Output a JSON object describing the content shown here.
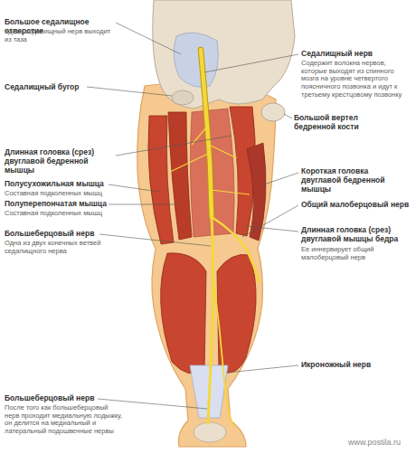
{
  "diagram": {
    "labels": [
      "Большое седалищное отверстие",
      "Здесь седалищный нерв выходит из таза",
      "Седалищный бугор",
      "Длинная головка (срез) двуглавой бедренной мышцы",
      "Полусухожильная мышца",
      "Составная подколенных мышц",
      "Полуперепончатая мышца",
      "Составная подколенных мышц",
      "Большеберцовый нерв",
      "Одна из двух конечных ветвей седалищного нерва",
      "Большеберцовый нерв",
      "После того как большеберцовый нерв проходит медиальную лодыжку, он делится на медиальный и латеральный подошвенные нервы",
      "Седалищный нерв",
      "Содержит волокна нервов, которые выходят из спинного мозга на уровне четвертого поясничного позвонка и идут к третьему крестцовому позвонку",
      "Большой вертел бедренной кости",
      "Короткая головка двуглавой бедренной мышцы",
      "Общий малоберцовый нерв",
      "Длинная головка (срез) двуглавой мышцы бедра",
      "Ее иннервирует общий малоберцовый нерв",
      "Икроножный нерв",
      "www.postila.ru"
    ]
  }
}
